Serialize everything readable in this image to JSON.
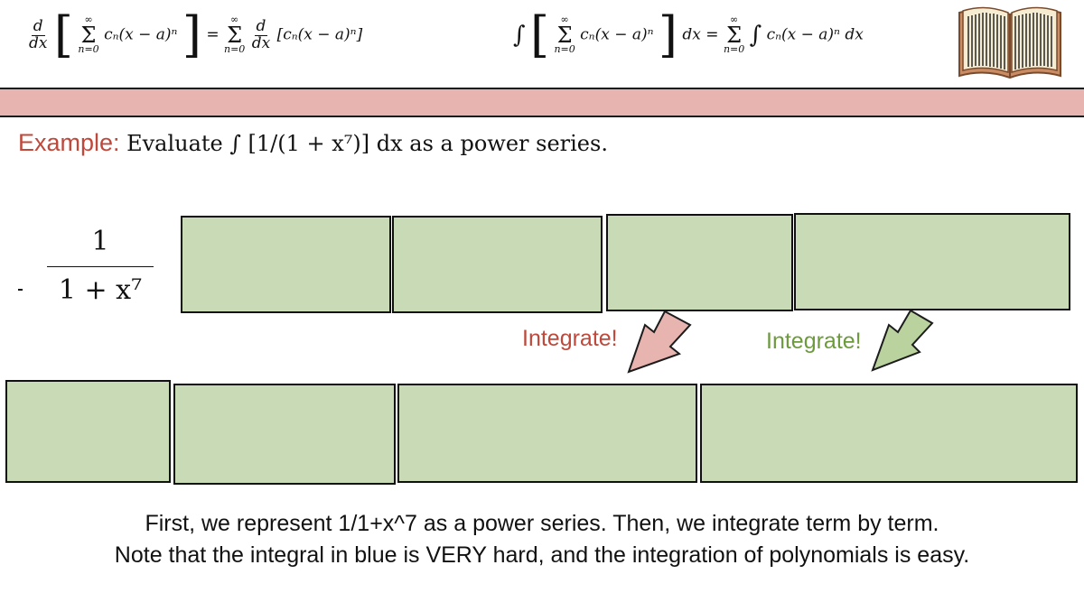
{
  "header": {
    "formula_derivative": {
      "d": "d",
      "dx": "dx",
      "sum_upper": "∞",
      "sum_lower": "n=0",
      "term": "cₙ(x − a)ⁿ",
      "equals": "=",
      "bracket_term": "[cₙ(x − a)ⁿ]"
    },
    "formula_integral": {
      "integral": "∫",
      "sum_upper": "∞",
      "sum_lower": "n=0",
      "term": "cₙ(x − a)ⁿ",
      "dx": "dx",
      "equals": "=",
      "rhs_term": "cₙ(x − a)ⁿ dx"
    },
    "band_color": "#e8b4b0",
    "book_icon": "open-book-icon"
  },
  "example": {
    "label": "Example:",
    "text": "Evaluate ∫ [1/(1 + x⁷)] dx as a power series.",
    "label_color": "#c0483b"
  },
  "fraction": {
    "numerator": "1",
    "denominator": "1 + x⁷"
  },
  "arrows": {
    "left_label": "Integrate!",
    "left_color": "#c0483b",
    "left_fill": "#e8b4b0",
    "right_label": "Integrate!",
    "right_color": "#6e9a3e",
    "right_fill": "#b9d29e"
  },
  "colors": {
    "box_fill": "#c9dab6"
  },
  "footer": {
    "line1": "First, we represent 1/1+x^7 as a power series. Then, we integrate term by term.",
    "line2": "Note that the integral in blue is VERY hard, and the integration of polynomials is easy."
  }
}
